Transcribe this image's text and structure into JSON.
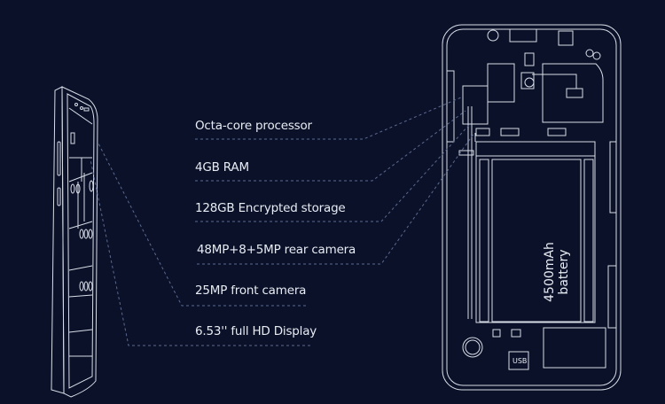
{
  "features": [
    {
      "label": "Octa-core processor"
    },
    {
      "label": "4GB RAM"
    },
    {
      "label": "128GB Encrypted storage"
    },
    {
      "label": "48MP+8+5MP rear camera"
    },
    {
      "label": "25MP front camera"
    },
    {
      "label": "6.53'' full HD Display"
    }
  ],
  "battery": {
    "line1": "4500mAh",
    "line2": "battery"
  },
  "port_label": "USB",
  "colors": {
    "background": "#0b1128",
    "line": "#d8dde8",
    "dash": "#5a6a90"
  }
}
